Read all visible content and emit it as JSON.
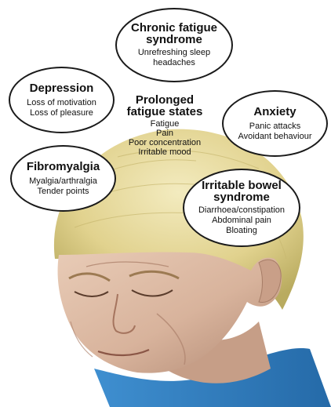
{
  "center": {
    "title_line1": "Prolonged",
    "title_line2": "fatigue states",
    "items": [
      "Fatigue",
      "Pain",
      "Poor concentration",
      "Irritable mood"
    ]
  },
  "bubbles": {
    "cfs": {
      "title_line1": "Chronic fatigue",
      "title_line2": "syndrome",
      "items": [
        "Unrefreshing sleep",
        "headaches"
      ]
    },
    "depression": {
      "title": "Depression",
      "items": [
        "Loss of motivation",
        "Loss of pleasure"
      ]
    },
    "anxiety": {
      "title": "Anxiety",
      "items": [
        "Panic attacks",
        "Avoidant behaviour"
      ]
    },
    "fibromyalgia": {
      "title": "Fibromyalgia",
      "items": [
        "Myalgia/arthralgia",
        "Tender points"
      ]
    },
    "ibs": {
      "title_line1": "Irritable bowel",
      "title_line2": "syndrome",
      "items": [
        "Diarrhoea/constipation",
        "Abdominal pain",
        "Bloating"
      ]
    }
  },
  "colors": {
    "hair": "#e6d79a",
    "hair_shadow": "#b9ab5f",
    "skin": "#dcb9a3",
    "skin_shadow": "#b88f79",
    "shirt": "#2f7bbf",
    "outline": "#1a1a1a"
  }
}
